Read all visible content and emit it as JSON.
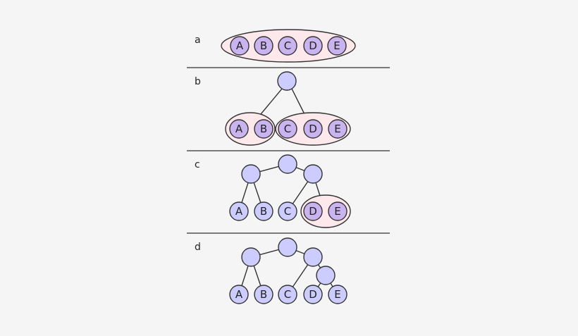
{
  "panels": [
    {
      "label": "a"
    },
    {
      "label": "b"
    },
    {
      "label": "c"
    },
    {
      "label": "d"
    }
  ],
  "leaves": [
    "A",
    "B",
    "C",
    "D",
    "E"
  ],
  "colors": {
    "node_fill": "#ccccff",
    "node_fill_in_cluster": "#c9b4ef",
    "cluster_fill": "#fde8ec",
    "stroke": "#333333",
    "background": "#f5f5f5"
  }
}
